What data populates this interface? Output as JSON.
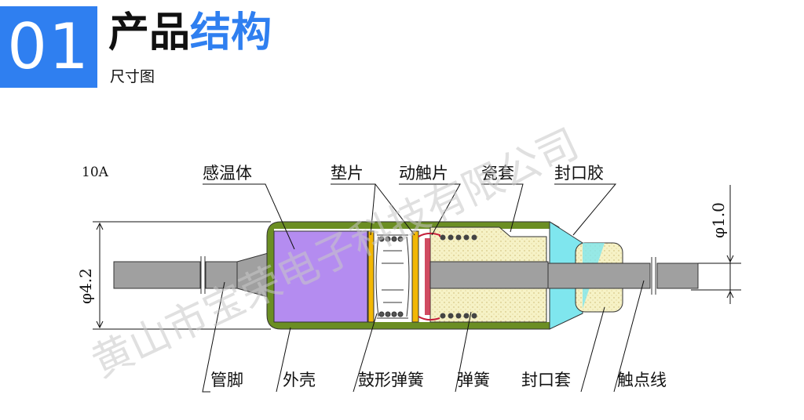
{
  "header": {
    "number": "01",
    "title_part1": "产品",
    "title_part2": "结构",
    "subtitle": "尺寸图",
    "accent_color": "#2f7ff0"
  },
  "diagram": {
    "rating": "10A",
    "dim_diameter": "φ4.2",
    "dim_lead": "φ1.0",
    "labels_top": [
      "感温体",
      "垫片",
      "动触片",
      "瓷套",
      "封口胶"
    ],
    "labels_bottom": [
      "管脚",
      "外壳",
      "鼓形弹簧",
      "弹簧",
      "封口套",
      "触点线"
    ],
    "watermark": "黄山市宝荣电子科技有限公司",
    "colors": {
      "shell": "#6b8e23",
      "sensor": "#b48cf0",
      "gasket": "#f2b705",
      "ceramic": "#f6f2c6",
      "sealant": "#7fe6ee",
      "lead": "#a0a0a0"
    }
  }
}
